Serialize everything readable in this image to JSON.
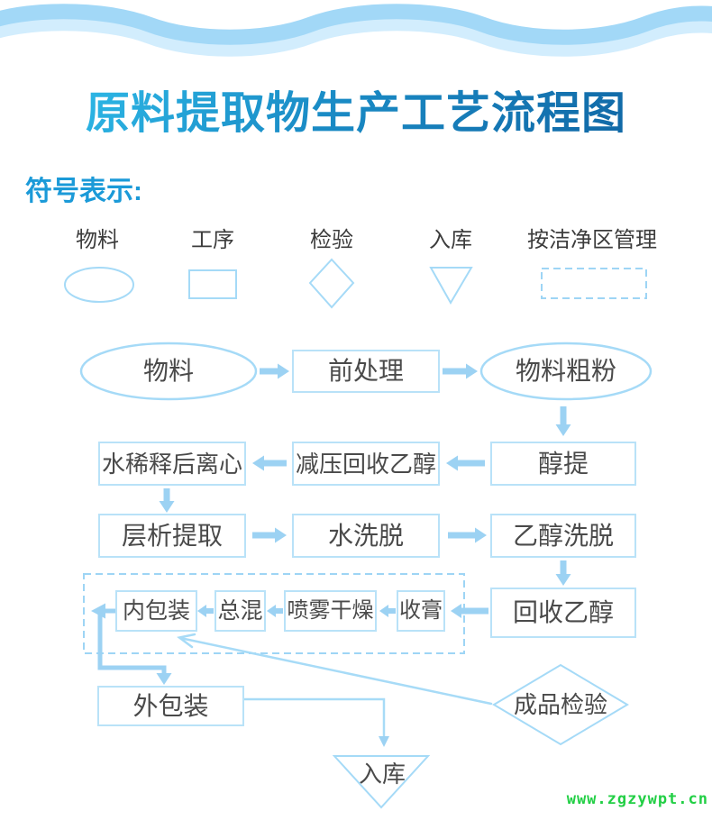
{
  "page": {
    "title": "原料提取物生产工艺流程图",
    "legend_heading": "符号表示:",
    "watermark": "www.zgzywpt.cn"
  },
  "legend": {
    "items": [
      {
        "label": "物料",
        "shape": "ellipse"
      },
      {
        "label": "工序",
        "shape": "rect"
      },
      {
        "label": "检验",
        "shape": "diamond"
      },
      {
        "label": "入库",
        "shape": "triangle-down"
      },
      {
        "label": "按洁净区管理",
        "shape": "dashed-rect"
      }
    ]
  },
  "flow": {
    "material": "物料",
    "pretreatment": "前处理",
    "coarse_powder": "物料粗粉",
    "alcohol_extraction": "醇提",
    "vacuum_recover_ethanol": "减压回收乙醇",
    "water_dilute_centrifuge": "水稀释后离心",
    "chromatography_extraction": "层析提取",
    "water_elution": "水洗脱",
    "ethanol_elution": "乙醇洗脱",
    "recover_ethanol": "回收乙醇",
    "collect_paste": "收膏",
    "spray_drying": "喷雾干燥",
    "total_mixing": "总混",
    "inner_packaging": "内包装",
    "outer_packaging": "外包装",
    "finished_product_inspection": "成品检验",
    "warehousing": "入库",
    "edges": [
      {
        "from": "material",
        "to": "pretreatment"
      },
      {
        "from": "pretreatment",
        "to": "coarse_powder"
      },
      {
        "from": "coarse_powder",
        "to": "alcohol_extraction"
      },
      {
        "from": "alcohol_extraction",
        "to": "vacuum_recover_ethanol"
      },
      {
        "from": "vacuum_recover_ethanol",
        "to": "water_dilute_centrifuge"
      },
      {
        "from": "water_dilute_centrifuge",
        "to": "chromatography_extraction"
      },
      {
        "from": "chromatography_extraction",
        "to": "water_elution"
      },
      {
        "from": "water_elution",
        "to": "ethanol_elution"
      },
      {
        "from": "ethanol_elution",
        "to": "recover_ethanol"
      },
      {
        "from": "recover_ethanol",
        "to": "collect_paste"
      },
      {
        "from": "collect_paste",
        "to": "spray_drying"
      },
      {
        "from": "spray_drying",
        "to": "total_mixing"
      },
      {
        "from": "total_mixing",
        "to": "inner_packaging"
      },
      {
        "from": "inner_packaging",
        "to": "outer_packaging"
      },
      {
        "from": "finished_product_inspection",
        "to": "inner_packaging"
      },
      {
        "from": "outer_packaging",
        "to": "warehousing"
      }
    ]
  },
  "colors": {
    "title_gradient_start": "#33c5f0",
    "title_gradient_end": "#0e5f9e",
    "heading_blue": "#1b9ad8",
    "shape_stroke": "#a5daf7",
    "box_stroke": "#b9e2f8",
    "dashed_stroke": "#9ed5f5",
    "arrow_fill": "#9cd2f3",
    "thin_line": "#a7dbf7",
    "node_text": "#4a4a4a",
    "wave_dark": "#a2d8f7",
    "wave_light": "#d2edfd",
    "watermark_green": "#22cf45",
    "background": "#ffffff"
  }
}
